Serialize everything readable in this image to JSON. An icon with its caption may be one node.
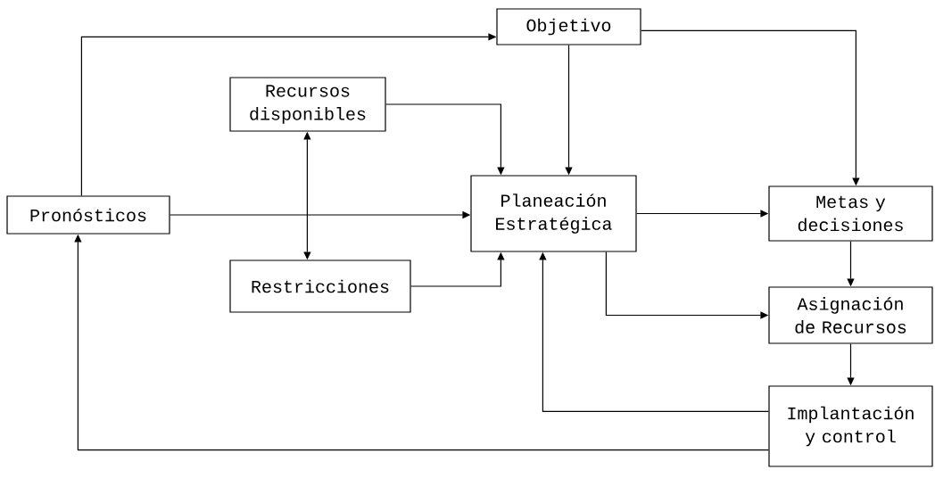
{
  "diagram": {
    "nodes": [
      {
        "text": [
          "Objetivo"
        ]
      },
      {
        "text": [
          "Recursos disponibles"
        ]
      },
      {
        "text": [
          "Pronósticos"
        ]
      },
      {
        "text": [
          "Planeación Estratégica"
        ]
      },
      {
        "text": [
          "Metas y decisiones"
        ]
      },
      {
        "text": [
          "Restricciones"
        ]
      },
      {
        "text": [
          "Asignación de Recursos"
        ]
      },
      {
        "text": [
          "Implantación y control"
        ]
      }
    ],
    "edges": [
      {
        "from": 2,
        "to": 0,
        "arrow": "to"
      },
      {
        "from": 0,
        "to": 4,
        "arrow": "to"
      },
      {
        "from": 0,
        "to": 3,
        "arrow": "to"
      },
      {
        "from": 1,
        "to": 3,
        "arrow": "to"
      },
      {
        "from": 1,
        "to": 5,
        "arrow": "both"
      },
      {
        "from": 2,
        "to": 3,
        "arrow": "to"
      },
      {
        "from": 5,
        "to": 3,
        "arrow": "to"
      },
      {
        "from": 3,
        "to": 4,
        "arrow": "to"
      },
      {
        "from": 4,
        "to": 6,
        "arrow": "to"
      },
      {
        "from": 3,
        "to": 6,
        "arrow": "to"
      },
      {
        "from": 6,
        "to": 7,
        "arrow": "to"
      },
      {
        "from": 7,
        "to": 3,
        "arrow": "to"
      },
      {
        "from": 7,
        "to": 2,
        "arrow": "to"
      }
    ]
  }
}
